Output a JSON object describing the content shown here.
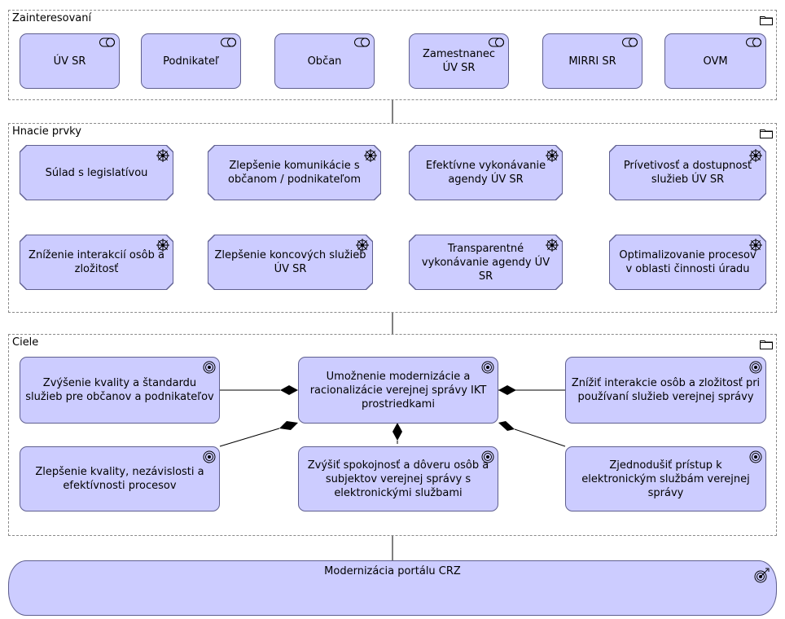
{
  "groups": {
    "stakeholders": "Zainteresovaní",
    "drivers": "Hnacie prvky",
    "goals": "Ciele"
  },
  "stakeholders": [
    {
      "label": "ÚV SR"
    },
    {
      "label": "Podnikateľ"
    },
    {
      "label": "Občan"
    },
    {
      "label": "Zamestnanec ÚV SR"
    },
    {
      "label": "MIRRI SR"
    },
    {
      "label": "OVM"
    }
  ],
  "drivers": [
    {
      "label": "Súlad s legislatívou"
    },
    {
      "label": "Zlepšenie komunikácie s občanom / podnikateľom"
    },
    {
      "label": "Efektívne vykonávanie agendy ÚV SR"
    },
    {
      "label": "Prívetivosť a dostupnosť služieb ÚV SR"
    },
    {
      "label": "Zníženie interakcií osôb a zložitosť"
    },
    {
      "label": "Zlepšenie koncových služieb ÚV SR"
    },
    {
      "label": "Transparentné vykonávanie agendy ÚV SR"
    },
    {
      "label": "Optimalizovanie procesov v oblasti činnosti úradu"
    }
  ],
  "goals": [
    {
      "label": "Zvýšenie kvality a štandardu služieb pre občanov a podnikateľov"
    },
    {
      "label": "Umožnenie modernizácie a racionalizácie verejnej správy IKT prostriedkami"
    },
    {
      "label": "Znížiť interakcie osôb a zložitosť pri používaní služieb verejnej správy"
    },
    {
      "label": "Zlepšenie kvality, nezávislosti a efektívnosti procesov"
    },
    {
      "label": "Zvýšiť spokojnosť a dôveru osôb a subjektov verejnej správy s elektronickými službami"
    },
    {
      "label": "Zjednodušiť prístup k elektronickým službám verejnej správy"
    }
  ],
  "outcome": {
    "label": "Modernizácia portálu CRZ"
  },
  "colors": {
    "node_fill": "#ccccff",
    "node_border": "#5f5f8f",
    "group_border": "#8a8a8a"
  }
}
